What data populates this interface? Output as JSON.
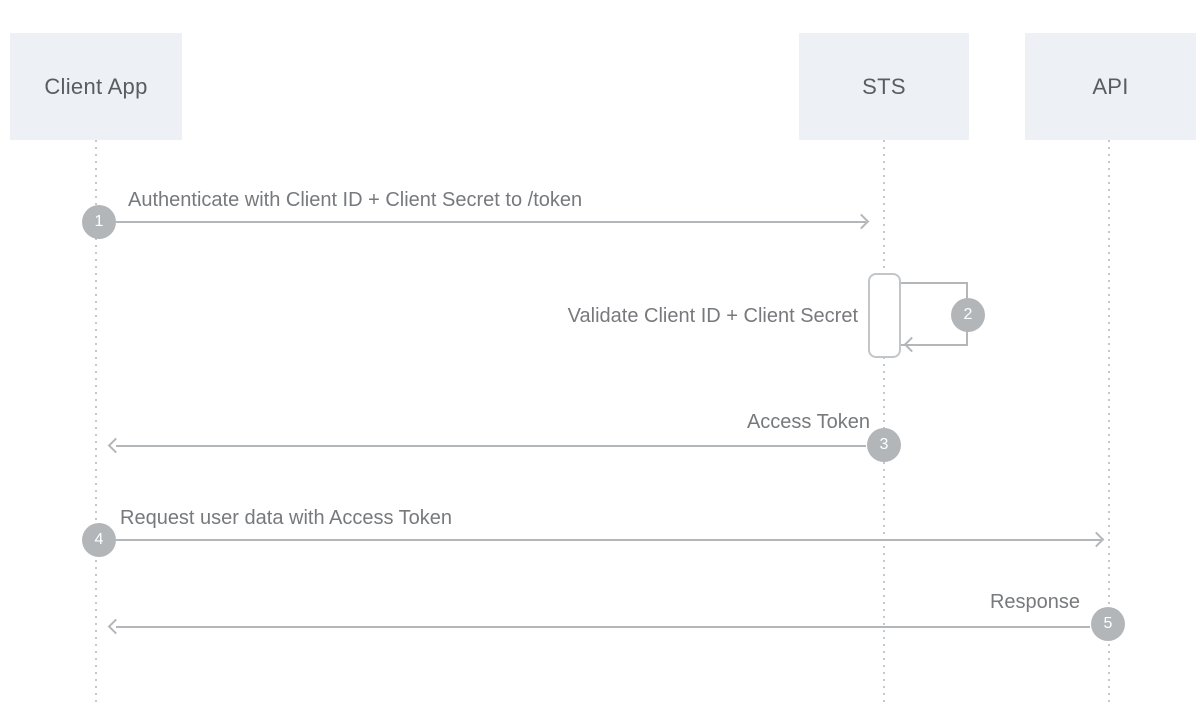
{
  "diagram_type": "sequence-diagram",
  "actors": [
    {
      "id": "client-app",
      "label": "Client App"
    },
    {
      "id": "sts",
      "label": "STS"
    },
    {
      "id": "api",
      "label": "API"
    }
  ],
  "messages": [
    {
      "step": "1",
      "label": "Authenticate with Client ID + Client Secret to /token",
      "from": "Client App",
      "to": "STS",
      "direction": "right"
    },
    {
      "step": "2",
      "label": "Validate Client ID + Client Secret",
      "from": "STS",
      "to": "STS",
      "direction": "self"
    },
    {
      "step": "3",
      "label": "Access Token",
      "from": "STS",
      "to": "Client App",
      "direction": "left"
    },
    {
      "step": "4",
      "label": "Request user data with Access Token",
      "from": "Client App",
      "to": "API",
      "direction": "right"
    },
    {
      "step": "5",
      "label": "Response",
      "from": "API",
      "to": "Client App",
      "direction": "left"
    }
  ],
  "colors": {
    "bg": "#ffffff",
    "actor-bg": "#edf0f4",
    "actor-text": "#595d62",
    "label-text": "#77797c",
    "line": "#b4b7ba",
    "circle-bg": "#b2b6b9",
    "circle-text": "#ffffff",
    "lifeline": "#c6c9cb",
    "activation-border": "#c3c6c9",
    "activation-bg": "#ffffff"
  }
}
